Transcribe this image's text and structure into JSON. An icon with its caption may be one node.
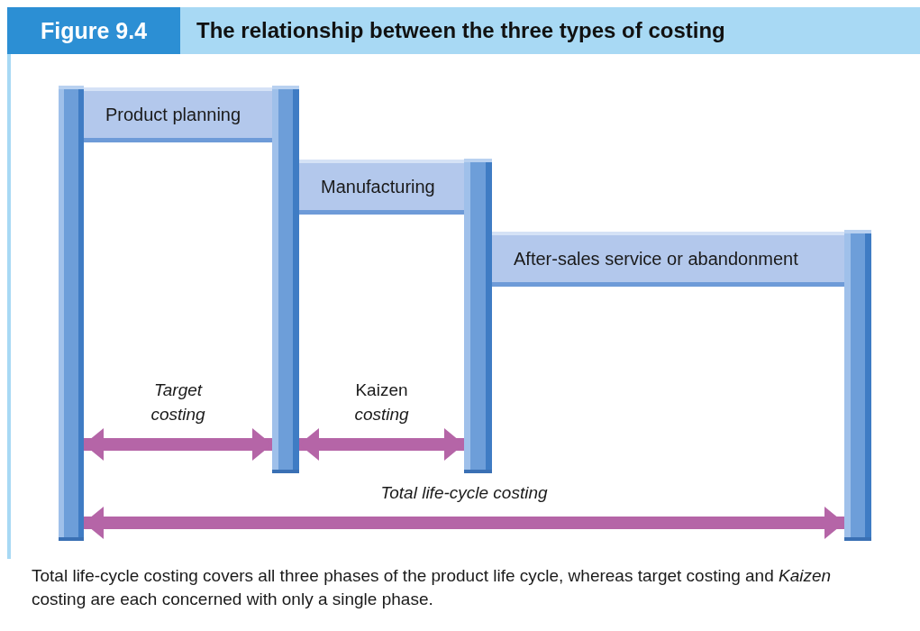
{
  "diagram": {
    "title": "The relationship between the three types of costing",
    "caption": "Total life-cycle costing covers all three phases of the product life cycle, whereas target costing and *Kaizen* costing are each concerned with only a single phase.",
    "nodes": [
      {
        "text": [
          "Product planning"
        ]
      },
      {
        "text": [
          "Manufacturing"
        ]
      },
      {
        "text": [
          "After-sales service or abandonment"
        ]
      },
      {
        "text": [],
        "shape": "bar"
      },
      {
        "text": [],
        "shape": "bar"
      },
      {
        "text": [],
        "shape": "bar"
      },
      {
        "text": [],
        "shape": "bar"
      }
    ],
    "edges": [
      {
        "from": 3,
        "to": 4,
        "arrow": "both",
        "label": "*Target costing*"
      },
      {
        "from": 4,
        "to": 5,
        "arrow": "both",
        "label": "Kaizen *costing*"
      },
      {
        "from": 3,
        "to": 6,
        "arrow": "both",
        "label": "*Total life-cycle costing*"
      }
    ],
    "labels": [
      "Figure 9.4"
    ]
  }
}
